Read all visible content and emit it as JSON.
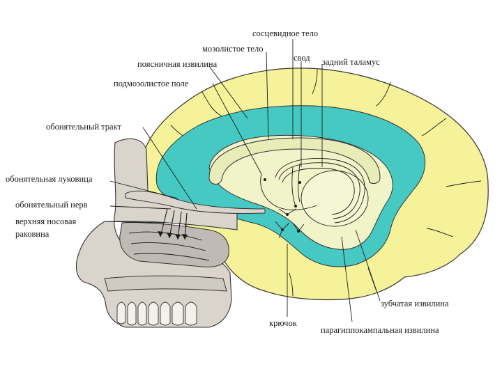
{
  "labels": {
    "pineal_body": "сосцевидное тело",
    "corpus_callosum": "мозолистое тело",
    "fornix": "свод",
    "posterior_thalamus": "задний таламус",
    "cingulate_gyrus": "поясничная извилина",
    "subcallosal_area": "подмозолистое поле",
    "olfactory_tract": "обонятельный тракт",
    "olfactory_bulb": "обонятельная луковица",
    "olfactory_nerve": "обонятельный нерв",
    "superior_concha_line1": "верхняя носовая",
    "superior_concha_line2": "раковина",
    "dentate_gyrus": "зубчатая извилина",
    "uncus": "крючок",
    "parahippocampal_gyrus": "парагиппокампальная извилина"
  },
  "colors": {
    "cortex": "#f6f29a",
    "limbic": "#45c9c2",
    "inner": "#f1f3c8",
    "bone": "#d9d5cc",
    "tissue": "#bfbab3",
    "outline": "#333333"
  }
}
